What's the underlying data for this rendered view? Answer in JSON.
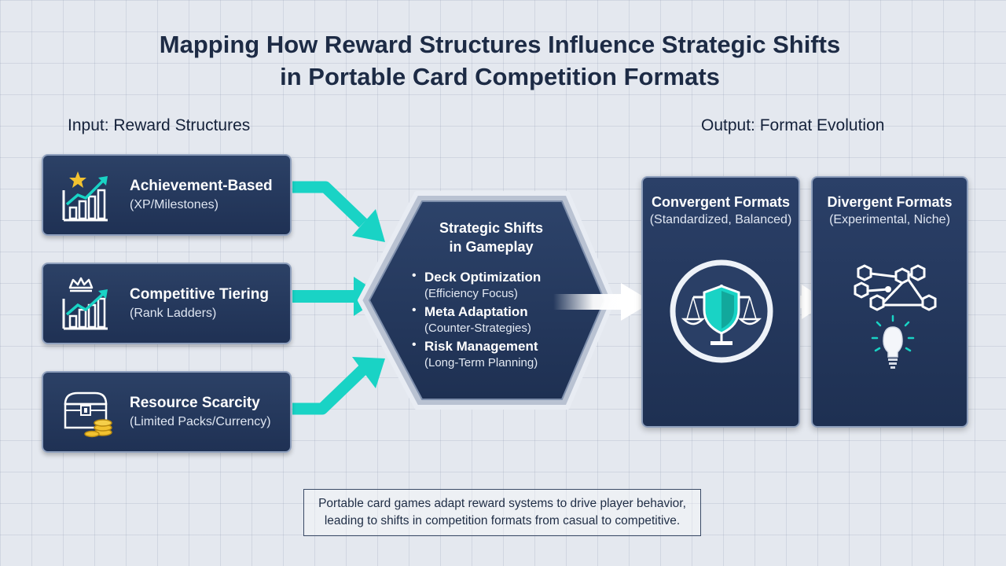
{
  "title": {
    "line1": "Mapping How Reward Structures Influence Strategic Shifts",
    "line2": "in Portable Card Competition Formats"
  },
  "input_label": "Input: Reward Structures",
  "output_label": "Output: Format Evolution",
  "inputs": [
    {
      "title": "Achievement-Based",
      "subtitle": "(XP/Milestones)",
      "icon": "bar-chart-star-icon"
    },
    {
      "title": "Competitive Tiering",
      "subtitle": "(Rank Ladders)",
      "icon": "bar-chart-crown-icon"
    },
    {
      "title": "Resource Scarcity",
      "subtitle": "(Limited Packs/Currency)",
      "icon": "treasure-chest-coins-icon"
    }
  ],
  "center": {
    "title_line1": "Strategic Shifts",
    "title_line2": "in Gameplay",
    "items": [
      {
        "label": "Deck Optimization",
        "sub": "(Efficiency Focus)"
      },
      {
        "label": "Meta Adaptation",
        "sub": "(Counter-Strategies)"
      },
      {
        "label": "Risk Management",
        "sub": "(Long-Term Planning)"
      }
    ]
  },
  "outputs": [
    {
      "title": "Convergent Formats",
      "subtitle": "(Standardized, Balanced)",
      "icon": "shield-scales-icon"
    },
    {
      "title": "Divergent Formats",
      "subtitle": "(Experimental, Niche)",
      "icon": "network-lightbulb-icon"
    }
  ],
  "caption": {
    "line1": "Portable card games adapt reward systems to drive player behavior,",
    "line2": "leading to shifts in competition formats from casual to competitive."
  },
  "colors": {
    "card_fill": "#243858",
    "accent_teal": "#19d3c5",
    "title_text": "#1d2b45",
    "gold": "#f2c230"
  }
}
